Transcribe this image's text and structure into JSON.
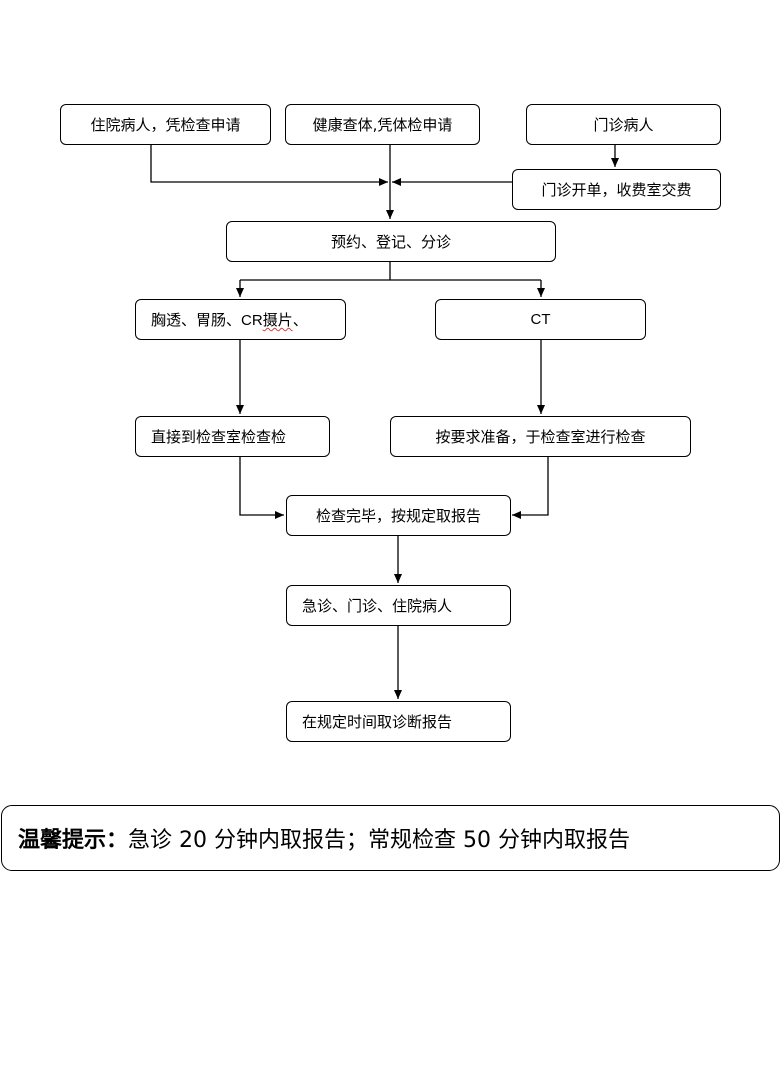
{
  "flowchart": {
    "inpatient": "住院病人，凭检查申请",
    "checkup": "健康查体,凭体检申请",
    "outpatient": "门诊病人",
    "billing": "门诊开单，收费室交费",
    "registration": "预约、登记、分诊",
    "xray_prefix": "胸透、胃肠、",
    "xray_cr": "CR",
    "xray_suffix": "摄片",
    "xray_tail": "、",
    "ct": "CT",
    "direct_exam": "直接到检查室检查检",
    "prepare_exam": "按要求准备，于检查室进行检查",
    "exam_done": "检查完毕，按规定取报告",
    "patients": "急诊、门诊、住院病人",
    "collect_report": "在规定时间取诊断报告"
  },
  "notice": {
    "label": "温馨提示：",
    "text": "急诊 20 分钟内取报告；常规检查 50 分钟内取报告"
  }
}
